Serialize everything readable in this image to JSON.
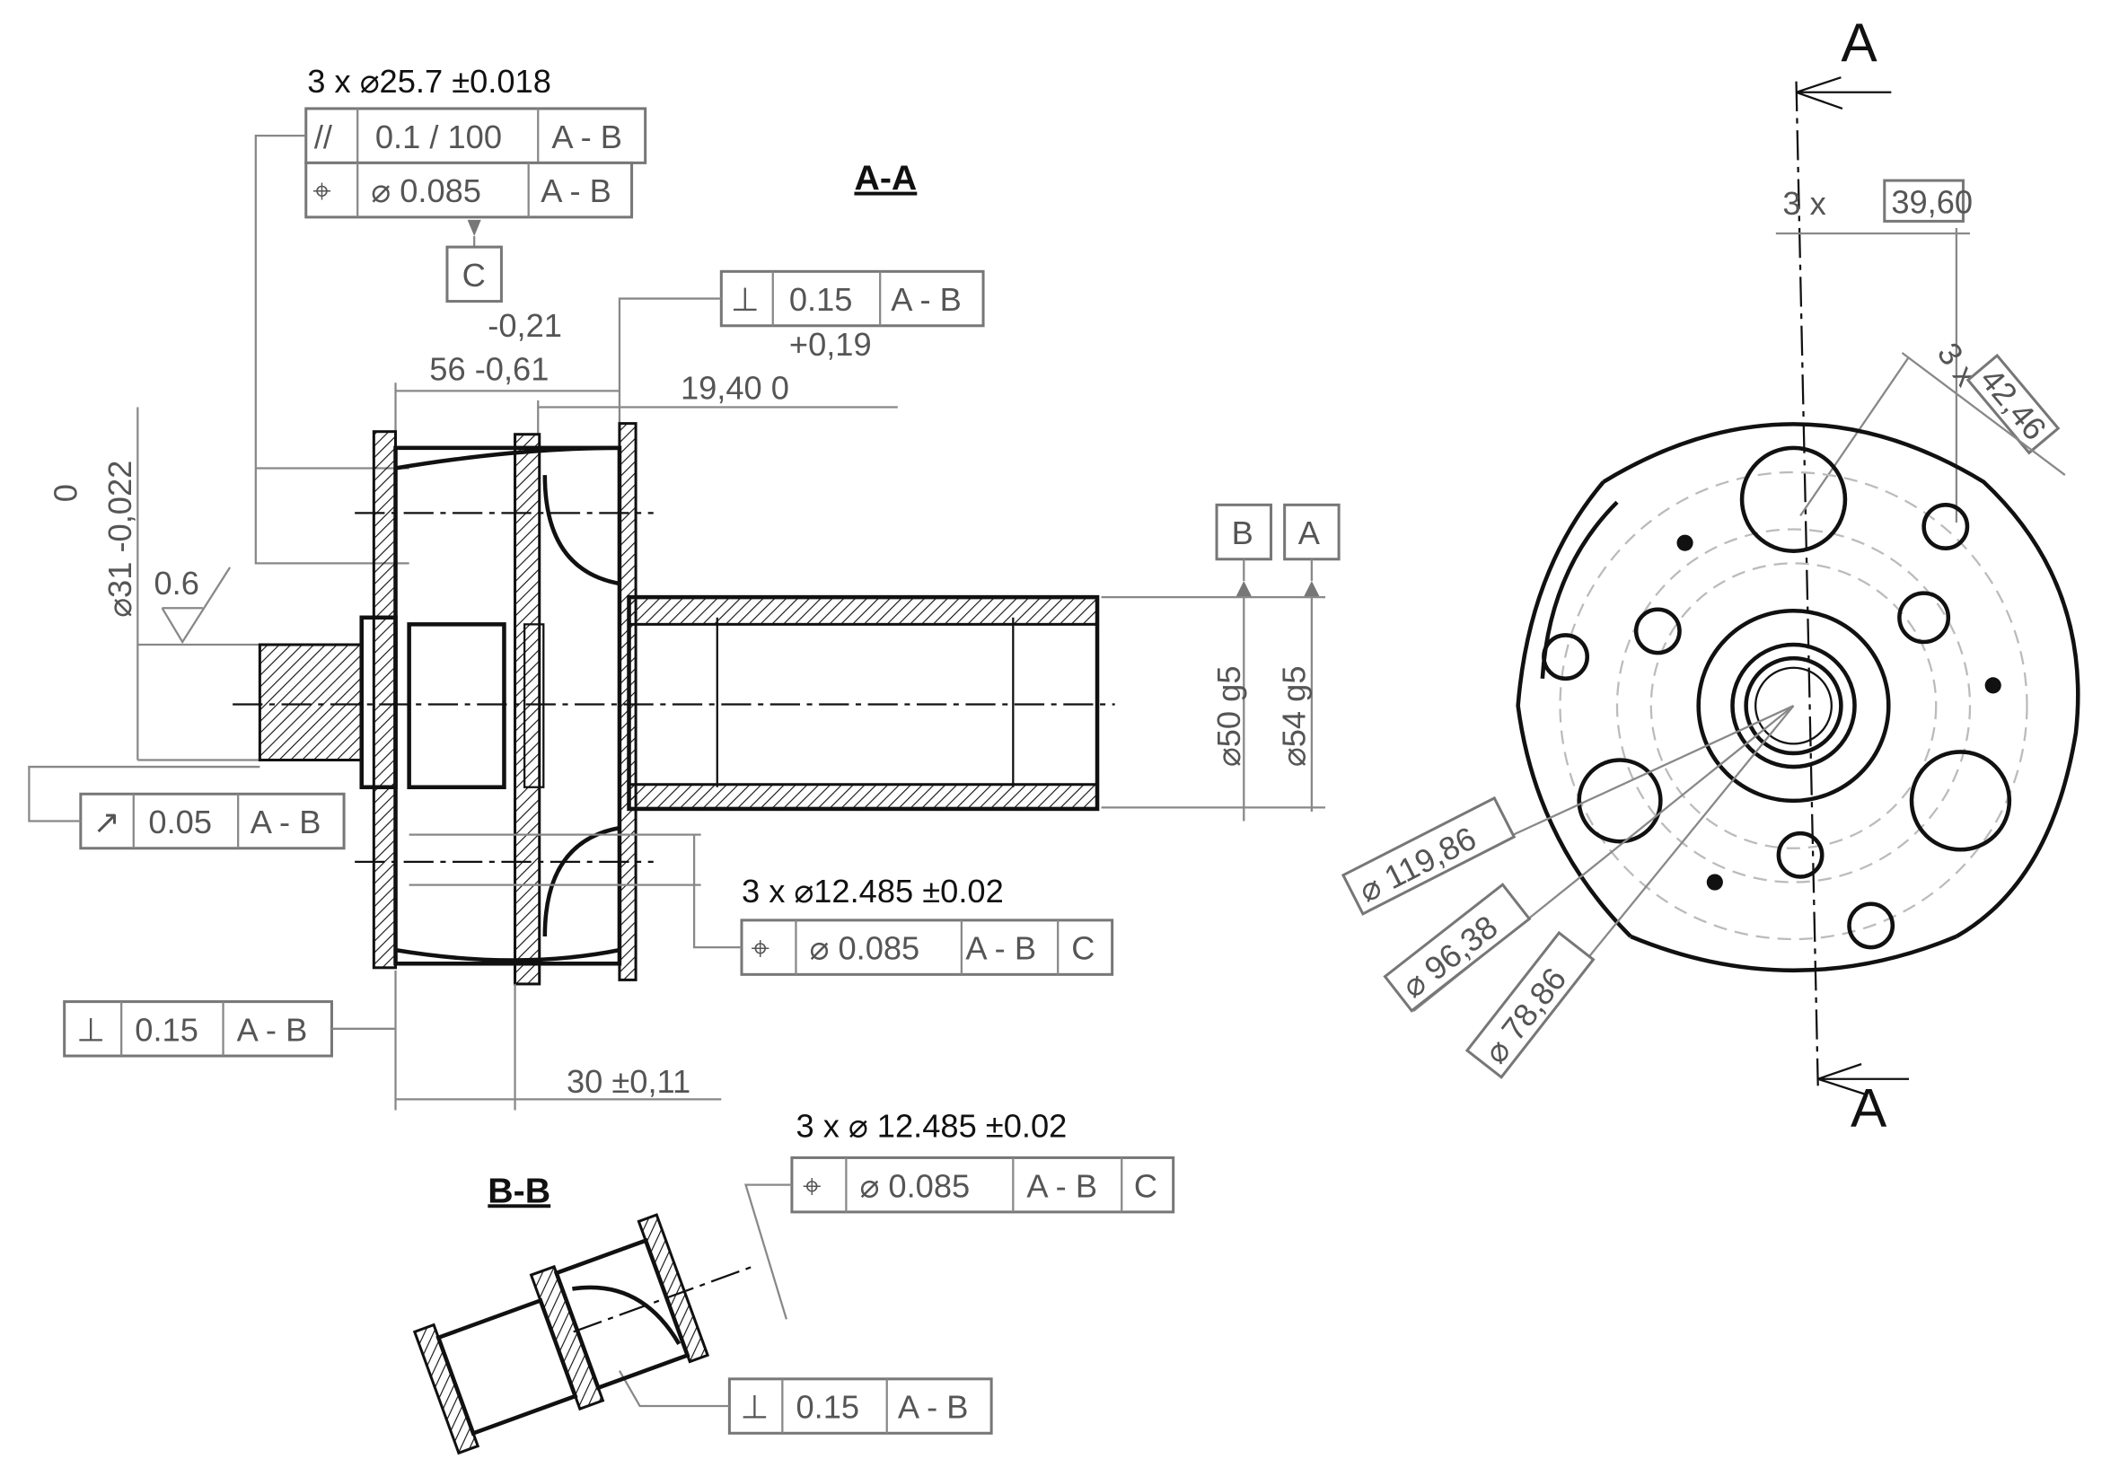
{
  "section_aa": {
    "title": "A-A",
    "hole_spec": "3 x ⌀25.7 ±0.018",
    "fcf_parallel": {
      "symbol": "//",
      "tolerance": "0.1 / 100",
      "datum": "A - B"
    },
    "fcf_position": {
      "symbol": "⌖",
      "tolerance": "⌀ 0.085",
      "datum": "A - B"
    },
    "datum_c": "C",
    "fcf_perp_top": {
      "symbol": "⊥",
      "tolerance": "0.15",
      "datum": "A - B"
    },
    "tol_upper_56": "-0,21",
    "dim_56": "56 -0,61",
    "tol_upper_19": "+0,19",
    "dim_19": "19,40  0",
    "tol_upper_31": "0",
    "dim_31": "⌀31 -0,022",
    "surface_finish": "0.6",
    "fcf_runout": {
      "symbol": "↗",
      "tolerance": "0.05",
      "datum": "A - B"
    },
    "datum_b": "B",
    "datum_a": "A",
    "dim_50": "⌀50 g5",
    "dim_54": "⌀54 g5",
    "hole_spec_2": "3 x ⌀12.485 ±0.02",
    "fcf_position_2": {
      "symbol": "⌖",
      "tolerance": "⌀ 0.085",
      "datum": "A - B",
      "datum2": "C"
    },
    "fcf_perp_bottom": {
      "symbol": "⊥",
      "tolerance": "0.15",
      "datum": "A - B"
    },
    "dim_30": "30 ±0,11"
  },
  "section_bb": {
    "title": "B-B",
    "hole_spec": "3 x ⌀ 12.485 ±0.02",
    "fcf_position": {
      "symbol": "⌖",
      "tolerance": "⌀ 0.085",
      "datum": "A - B",
      "datum2": "C"
    },
    "fcf_perp": {
      "symbol": "⊥",
      "tolerance": "0.15",
      "datum": "A - B"
    }
  },
  "front_view": {
    "section_label_top": "A",
    "section_label_bottom": "A",
    "count_3960": "3 x",
    "dim_3960": "39,60",
    "count_4246": "3 x",
    "dim_4246": "42,46",
    "dia_119": "⌀ 119,86",
    "dia_96": "⌀ 96,38",
    "dia_78": "⌀ 78,86"
  }
}
